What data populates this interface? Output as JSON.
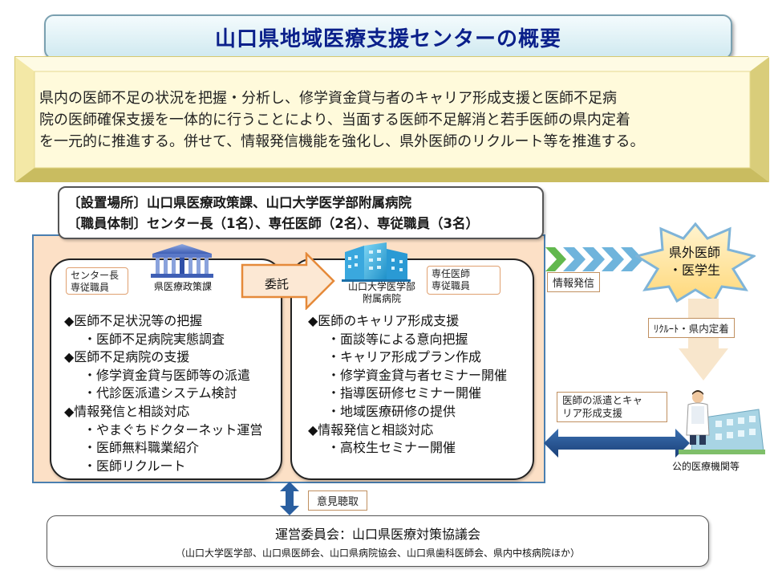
{
  "title": "山口県地域医療支援センターの概要",
  "overview": {
    "lines": [
      "県内の医師不足の状況を把握・分析し、修学資金貸与者のキャリア形成支援と医師不足病",
      "院の医師確保支援を一体的に行うことにより、当面する医師不足解消と若手医師の県内定着",
      "を一元的に推進する。併せて、情報発信機能を強化し、県外医師のリクルート等を推進する。"
    ]
  },
  "location": {
    "line1": "〔設置場所〕山口県医療政策課、山口大学医学部附属病院",
    "line2": "〔職員体制〕センター長（1名）、専任医師（2名）、専従職員（3名）"
  },
  "left_panel": {
    "role_line1": "センター長",
    "role_line2": "専従職員",
    "org_label": "県医療政策課",
    "items": [
      {
        "text": "◆医師不足状況等の把握",
        "level": "h"
      },
      {
        "text": "・医師不足病院実態調査",
        "level": "s"
      },
      {
        "text": "◆医師不足病院の支援",
        "level": "h"
      },
      {
        "text": "・修学資金貸与医師等の派遣",
        "level": "s"
      },
      {
        "text": "・代診医派遣システム検討",
        "level": "s"
      },
      {
        "text": "◆情報発信と相談対応",
        "level": "h"
      },
      {
        "text": "・やまぐちドクターネット運営",
        "level": "s"
      },
      {
        "text": "・医師無料職業紹介",
        "level": "s"
      },
      {
        "text": "・医師リクルート",
        "level": "s"
      }
    ]
  },
  "delegation": {
    "label": "委託"
  },
  "right_panel": {
    "role_line1": "専任医師",
    "role_line2": "専従職員",
    "org_line1": "山口大学医学部",
    "org_line2": "附属病院",
    "items": [
      {
        "text": "◆医師のキャリア形成支援",
        "level": "h"
      },
      {
        "text": "・面談等による意向把握",
        "level": "s"
      },
      {
        "text": "・キャリア形成プラン作成",
        "level": "s"
      },
      {
        "text": "・修学資金貸与者セミナー開催",
        "level": "s"
      },
      {
        "text": "・指導医研修セミナー開催",
        "level": "s"
      },
      {
        "text": "・地域医療研修の提供",
        "level": "s"
      },
      {
        "text": "◆情報発信と相談対応",
        "level": "h"
      },
      {
        "text": "・高校生セミナー開催",
        "level": "s"
      }
    ]
  },
  "info_dispatch": {
    "label": "情報発信"
  },
  "outside_doctors": {
    "line1": "県外医師",
    "line2": "・医学生"
  },
  "recruit": {
    "label": "ﾘｸﾙｰﾄ・県内定着"
  },
  "dispatch": {
    "line1": "医師の派遣とキャ",
    "line2": "リア形成支援"
  },
  "public_hospitals": {
    "label": "公的医療機関等"
  },
  "opinion": {
    "label": "意見聴取"
  },
  "committee": {
    "main": "運営委員会：山口県医療対策協議会",
    "sub": "（山口大学医学部、山口県医師会、山口県病院協会、山口県歯科医師会、県内中核病院ほか）"
  },
  "colors": {
    "title_text": "#0a1f8a",
    "peach": "#fce0c6",
    "overview_bg": "#fdf6c8",
    "chevron_blue": "#4a9fd0",
    "chevron_green": "#5cb85c",
    "beige_arrow": "#f8e4c8",
    "dark_blue_arrow": "#1f4e8a"
  },
  "icons": [
    "government-building-icon",
    "hospital-building-icon",
    "doctor-icon",
    "clinic-building-icon"
  ]
}
